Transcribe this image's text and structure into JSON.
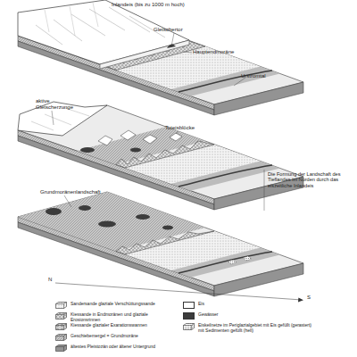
{
  "diagram": {
    "caption": "Die Formung der Landschaft des Tieflandes im Norden durch das eiszeitliche Inlandeis",
    "labels": [
      "Inlandeis (bis zu 1000 m hoch)",
      "Gletschertor",
      "Hauptendmoräne",
      "Urstromtal",
      "aktive Gletscherzunge",
      "Toteisblöcke",
      "Grundmoränenlandschaft",
      "N",
      "S"
    ],
    "legend": [
      {
        "text": "Sandersande glaziale Verschüttungssande"
      },
      {
        "text": "Kiessande in Endmoränen und glaziale Erosionsrinnen"
      },
      {
        "text": "Kiessande glazialer Exarationswannen"
      },
      {
        "text": "Geschiebemergel = Grundmoräne"
      },
      {
        "text": "ältestes Pleistozän oder älterer Untergrund"
      },
      {
        "text": "Eis",
        "color": "#ffffff"
      },
      {
        "text": "Gewässer",
        "color": "#3c3c3c"
      },
      {
        "text": "Eiskeilnetze im Periglazialgebiet mit Eis gefüllt (gerastert) mit Sedimenten gefüllt (hell)"
      }
    ]
  }
}
